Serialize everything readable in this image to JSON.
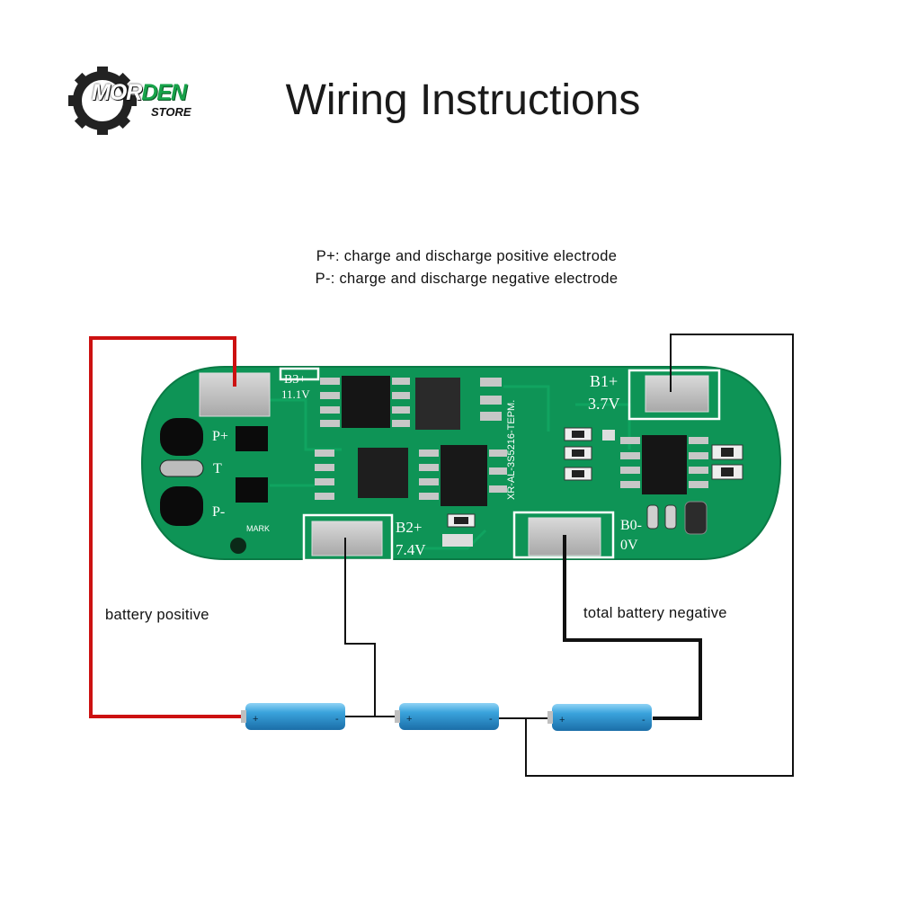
{
  "header": {
    "title": "Wiring Instructions",
    "logo": {
      "brand_primary": "MOR",
      "brand_accent": "DEN",
      "brand_sub": "STORE",
      "icon": "gear-icon",
      "accent_color": "#17a34a"
    }
  },
  "legend": {
    "p_plus": "P+: charge and discharge positive electrode",
    "p_minus": "P-: charge and discharge negative electrode"
  },
  "notes": {
    "battery_positive": "battery positive",
    "total_battery_negative": "total battery negative"
  },
  "board": {
    "color": "#0f9a58",
    "model": "XR-AL-3S5216-TEPM.",
    "labels": {
      "b3": "B3+",
      "b3_voltage": "11.1V",
      "b2": "B2+",
      "b2_voltage": "7.4V",
      "b1": "B1+",
      "b1_voltage": "3.7V",
      "b0": "B0-",
      "b0_voltage": "0V",
      "p_plus": "P+",
      "t": "T",
      "p_minus": "P-",
      "mark": "MARK"
    }
  },
  "batteries": {
    "count": 3,
    "color": "#3a9fd6",
    "plus_symbol": "+",
    "minus_symbol": "-"
  },
  "wires": {
    "positive_color": "#cc1111",
    "negative_color": "#111111"
  }
}
